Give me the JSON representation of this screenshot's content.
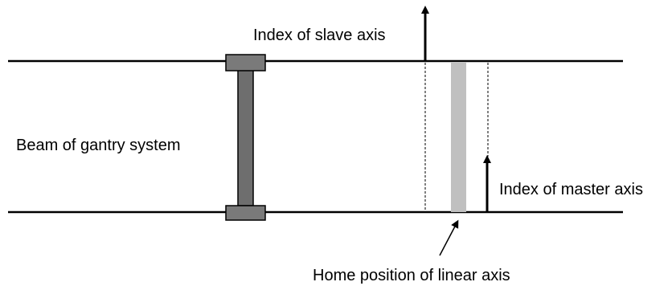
{
  "labels": {
    "slave_index": "Index of slave axis",
    "beam": "Beam of gantry system",
    "master_index": "Index of master axis",
    "home_position": "Home position of linear axis"
  },
  "colors": {
    "line": "#000000",
    "beam_body": "#6e6e6e",
    "beam_caps": "#7a7a7a",
    "home_marker": "#c0c0c0",
    "background": "#ffffff"
  }
}
